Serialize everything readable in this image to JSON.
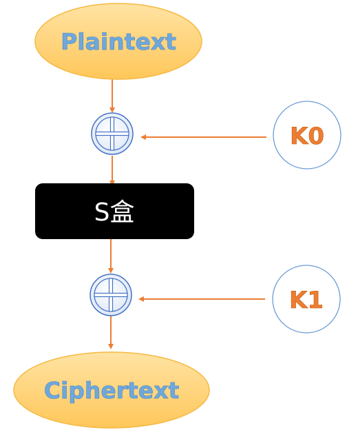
{
  "nodes": {
    "plaintext": "Plaintext",
    "k0": "K0",
    "sbox": "S盒",
    "k1": "K1",
    "ciphertext": "Ciphertext"
  },
  "colors": {
    "ellipse_fill": "#ffd27a",
    "ellipse_stroke": "#f5b942",
    "key_stroke": "#6a9bd8",
    "arrow": "#ed7d31",
    "xor_stroke": "#4472c4",
    "box_fill": "#000000"
  },
  "icons": {
    "xor_1": "xor-icon",
    "xor_2": "xor-icon"
  }
}
